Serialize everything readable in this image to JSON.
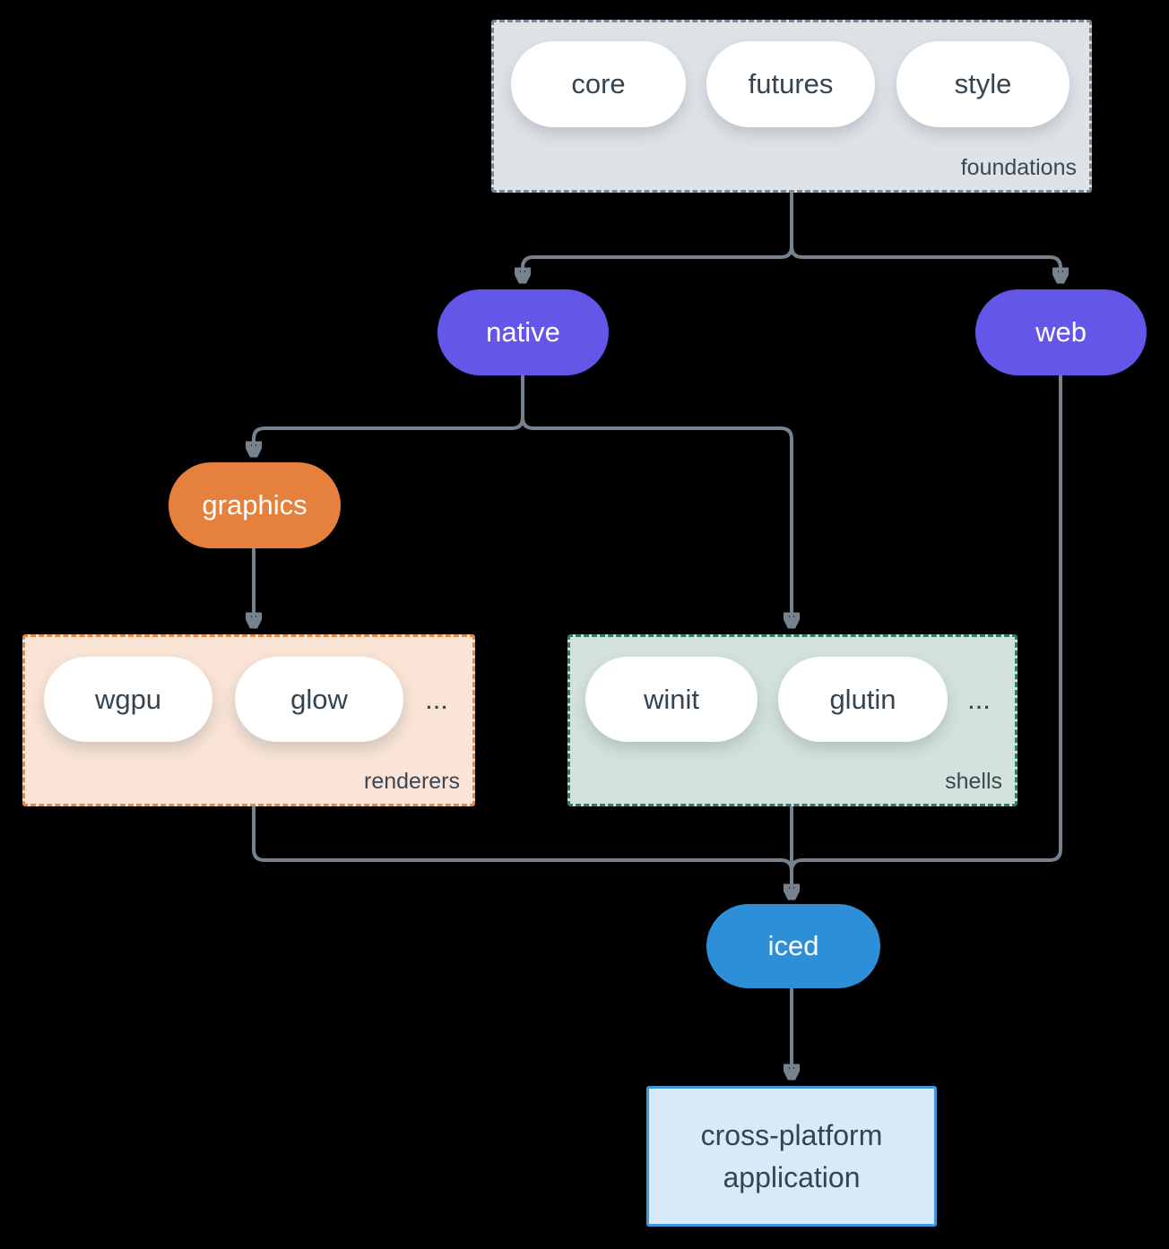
{
  "colors": {
    "background": "#000000",
    "arrow": "#76828e",
    "foundations_fill": "#dee3e7",
    "foundations_border": "#7b8794",
    "platform_purple": "#6456e8",
    "graphics_orange": "#e5813c",
    "renderers_fill": "#f9e4d5",
    "renderers_border": "#e8873f",
    "shells_fill": "#d3e2da",
    "shells_border": "#2e7d68",
    "iced_blue": "#2e8fd9",
    "application_fill": "#d8e9f9",
    "application_border": "#3e97dc",
    "text_dark": "#36444f",
    "text_light": "#ffffff"
  },
  "diagram": {
    "foundations": {
      "label": "foundations",
      "pills": [
        "core",
        "futures",
        "style"
      ]
    },
    "platforms": {
      "native": "native",
      "web": "web"
    },
    "graphics": "graphics",
    "renderers": {
      "label": "renderers",
      "pills": [
        "wgpu",
        "glow"
      ],
      "ellipsis": "..."
    },
    "shells": {
      "label": "shells",
      "pills": [
        "winit",
        "glutin"
      ],
      "ellipsis": "..."
    },
    "iced": "iced",
    "application": {
      "line1": "cross-platform",
      "line2": "application"
    }
  }
}
